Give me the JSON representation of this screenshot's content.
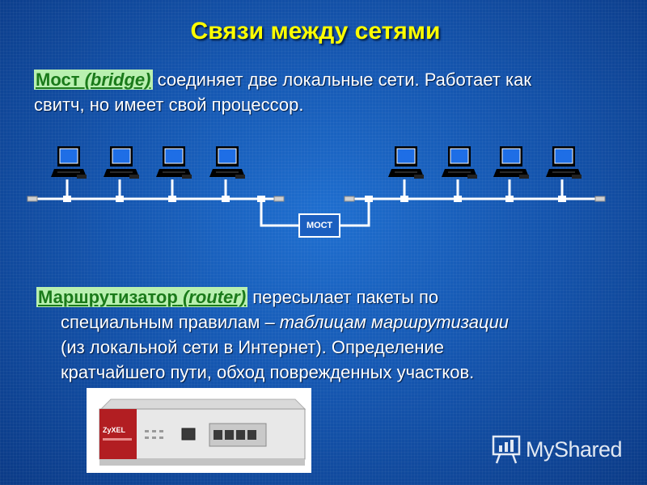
{
  "slide": {
    "title": "Связи между сетями",
    "bridge": {
      "term": "Мост",
      "term_en": "(bridge)",
      "text_line1": " соединяет две локальные сети. Работает как",
      "text_line2": "свитч, но имеет свой процессор."
    },
    "diagram": {
      "bridge_label": "МОСТ",
      "left_segment_computers": 4,
      "right_segment_computers": 4
    },
    "router": {
      "term": "Маршрутизатор",
      "term_en": "(router)",
      "text_line1": " пересылает пакеты по",
      "text_line2a": "специальным правилам – ",
      "text_line2b": "таблицам   маршрутизации",
      "text_line3": "(из локальной сети в Интернет). Определение",
      "text_line4": "кратчайшего пути, обход поврежденных участков.",
      "photo_brand": "ZyXEL"
    }
  },
  "watermark": {
    "text": "MyShared",
    "icon": "presentation-board-icon"
  },
  "colors": {
    "title": "#ffff00",
    "term_text": "#1a7a1a",
    "term_bg": "#b9f0b0",
    "background": "#1556b0"
  }
}
